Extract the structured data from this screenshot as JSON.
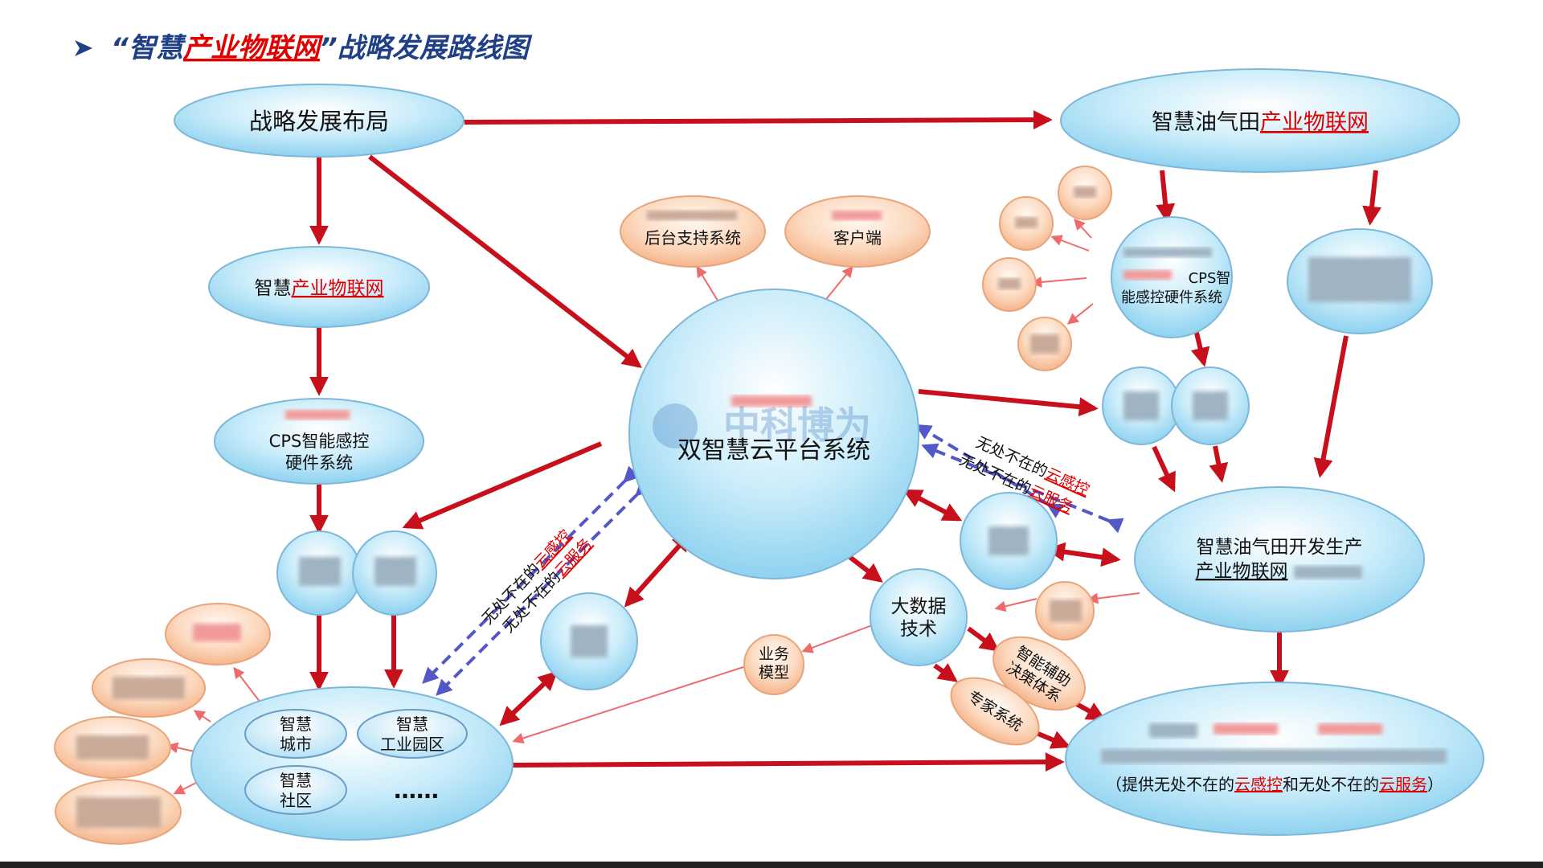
{
  "title": {
    "quote_open": "“智慧",
    "highlight": "产业物联网",
    "quote_close": "”战略发展路线图"
  },
  "nodes": {
    "strategy": "战略发展布局",
    "oilfield_prefix": "智慧油气田",
    "oilfield_highlight": "产业物联网",
    "smart_iot_prefix": "智慧",
    "smart_iot_highlight": "产业物联网",
    "cps_left_line1": "CPS智能感控",
    "cps_left_line2": "硬件系统",
    "cps_right_line1": "CPS智",
    "cps_right_line2": "能感控硬件系统",
    "backend": "后台支持系统",
    "client": "客户端",
    "cloud_platform": "双智慧云平台系统",
    "big_data_line1": "大数据",
    "big_data_line2": "技术",
    "business_model_line1": "业务",
    "business_model_line2": "模型",
    "decision_line1": "智能辅助",
    "decision_line2": "决策体系",
    "expert": "专家系统",
    "production_line1": "智慧油气田开发生产",
    "production_highlight": "产业物联网",
    "platform_bottom_prefix": "（提供无处不在的",
    "platform_bottom_cloud_sense": "云感控",
    "platform_bottom_mid": "和无处不在的",
    "platform_bottom_cloud_service": "云服务",
    "platform_bottom_suffix": "）",
    "smart_city_line1": "智慧",
    "smart_city_line2": "城市",
    "industrial_park_line1": "智慧",
    "industrial_park_line2": "工业园区",
    "community_line1": "智慧",
    "community_line2": "社区",
    "ellipsis": "……"
  },
  "dashed_labels": {
    "sense_prefix": "无处不在的",
    "sense_highlight": "云感控",
    "service_prefix": "无处不在的",
    "service_highlight": "云服务"
  },
  "watermark": "中科博为",
  "colors": {
    "arrow": "#c8101c",
    "highlight": "#e00000",
    "dashed": "#5457c7",
    "title": "#1f3f86"
  }
}
